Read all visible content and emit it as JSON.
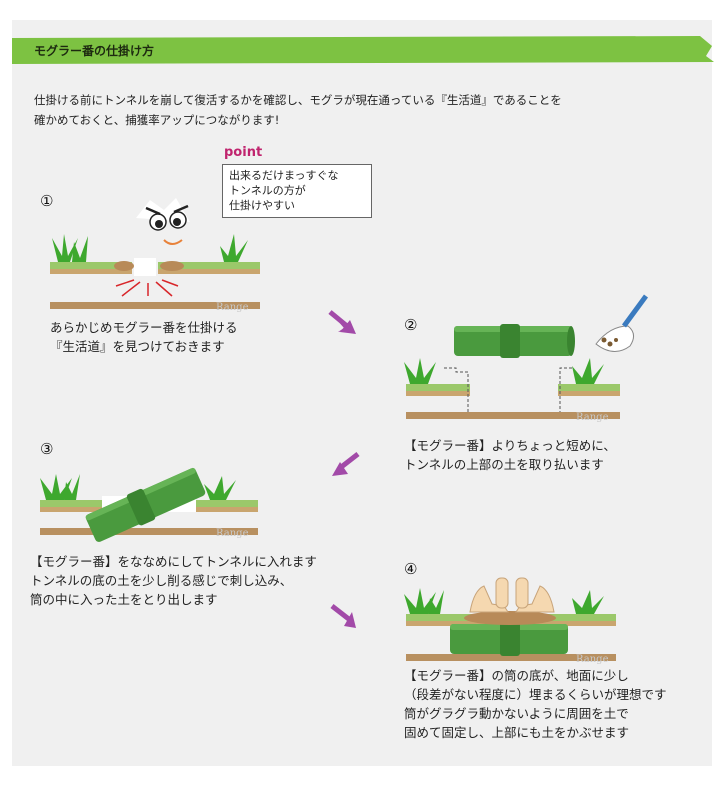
{
  "header": {
    "title": "モグラー番の仕掛け方",
    "bar_color": "#7dc242"
  },
  "intro": {
    "line1": "仕掛ける前にトンネルを崩して復活するかを確認し、モグラが現在通っている『生活道』であることを",
    "line2": "確かめておくと、捕獲率アップにつながります!"
  },
  "point": {
    "label": "point",
    "line1": "出来るだけまっすぐな",
    "line2": "トンネルの方が",
    "line3": "仕掛けやすい"
  },
  "steps": [
    {
      "number": "①",
      "lines": [
        "あらかじめモグラー番を仕掛ける",
        "『生活道』を見つけておきます"
      ]
    },
    {
      "number": "②",
      "lines": [
        "【モグラー番】よりちょっと短めに、",
        "トンネルの上部の土を取り払います"
      ]
    },
    {
      "number": "③",
      "lines": [
        "【モグラー番】をななめにしてトンネルに入れます",
        "トンネルの底の土を少し削る感じで刺し込み、",
        "筒の中に入った土をとり出します"
      ]
    },
    {
      "number": "④",
      "lines": [
        "【モグラー番】の筒の底が、地面に少し",
        "（段差がない程度に）埋まるくらいが理想です",
        "筒がグラグラ動かないように周囲を土で",
        "固めて固定し、上部にも土をかぶせます"
      ]
    }
  ],
  "watermark": "Range",
  "colors": {
    "grass": "#4aa832",
    "soil": "#b89060",
    "tube": "#4a9a3e",
    "arrow": "#a24aa8",
    "accent": "#c0246e"
  }
}
